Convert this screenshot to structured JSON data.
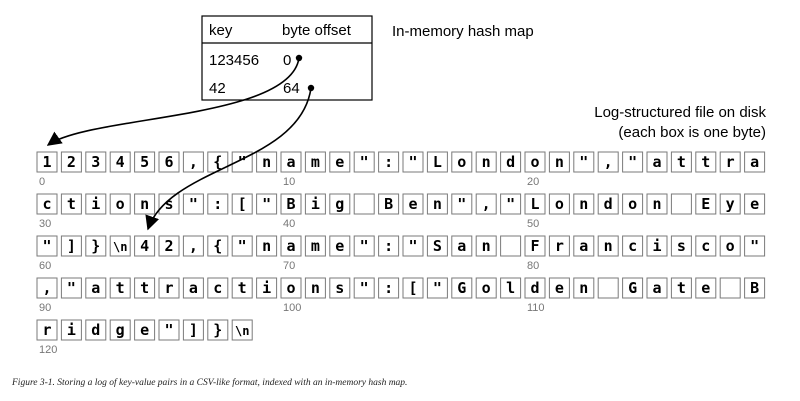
{
  "hash_map": {
    "title": "In-memory hash map",
    "header": [
      "key",
      "byte offset"
    ],
    "rows": [
      {
        "key": "123456",
        "offset": "0"
      },
      {
        "key": "42",
        "offset": "64"
      }
    ]
  },
  "disk": {
    "title_line1": "Log-structured file on disk",
    "title_line2": "(each box is one byte)",
    "rows": [
      {
        "start": "0",
        "bytes": [
          "1",
          "2",
          "3",
          "4",
          "5",
          "6",
          ",",
          "{",
          "\"",
          "n",
          "a",
          "m",
          "e",
          "\"",
          ":",
          "\"",
          "L",
          "o",
          "n",
          "d",
          "o",
          "n",
          "\"",
          ",",
          "\"",
          "a",
          "t",
          "t",
          "r",
          "a"
        ]
      },
      {
        "start": "30",
        "bytes": [
          "c",
          "t",
          "i",
          "o",
          "n",
          "s",
          "\"",
          ":",
          "[",
          "\"",
          "B",
          "i",
          "g",
          " ",
          "B",
          "e",
          "n",
          "\"",
          ",",
          "\"",
          "L",
          "o",
          "n",
          "d",
          "o",
          "n",
          " ",
          "E",
          "y",
          "e"
        ]
      },
      {
        "start": "60",
        "bytes": [
          "\"",
          "]",
          "}",
          "\\n",
          "4",
          "2",
          ",",
          "{",
          "\"",
          "n",
          "a",
          "m",
          "e",
          "\"",
          ":",
          "\"",
          "S",
          "a",
          "n",
          " ",
          "F",
          "r",
          "a",
          "n",
          "c",
          "i",
          "s",
          "c",
          "o",
          "\""
        ]
      },
      {
        "start": "90",
        "bytes": [
          ",",
          "\"",
          "a",
          "t",
          "t",
          "r",
          "a",
          "c",
          "t",
          "i",
          "o",
          "n",
          "s",
          "\"",
          ":",
          "[",
          "\"",
          "G",
          "o",
          "l",
          "d",
          "e",
          "n",
          " ",
          "G",
          "a",
          "t",
          "e",
          " ",
          "B"
        ]
      },
      {
        "start": "120",
        "bytes": [
          "r",
          "i",
          "d",
          "g",
          "e",
          "\"",
          "]",
          "}",
          "\\n"
        ]
      }
    ],
    "offset_labels": [
      [
        "0",
        "10",
        "20"
      ],
      [
        "30",
        "40",
        "50"
      ],
      [
        "60",
        "70",
        "80"
      ],
      [
        "90",
        "100",
        "110"
      ],
      [
        "120"
      ]
    ]
  },
  "caption": "Figure 3-1. Storing a log of key-value pairs in a CSV-like format, indexed with an in-memory hash map."
}
